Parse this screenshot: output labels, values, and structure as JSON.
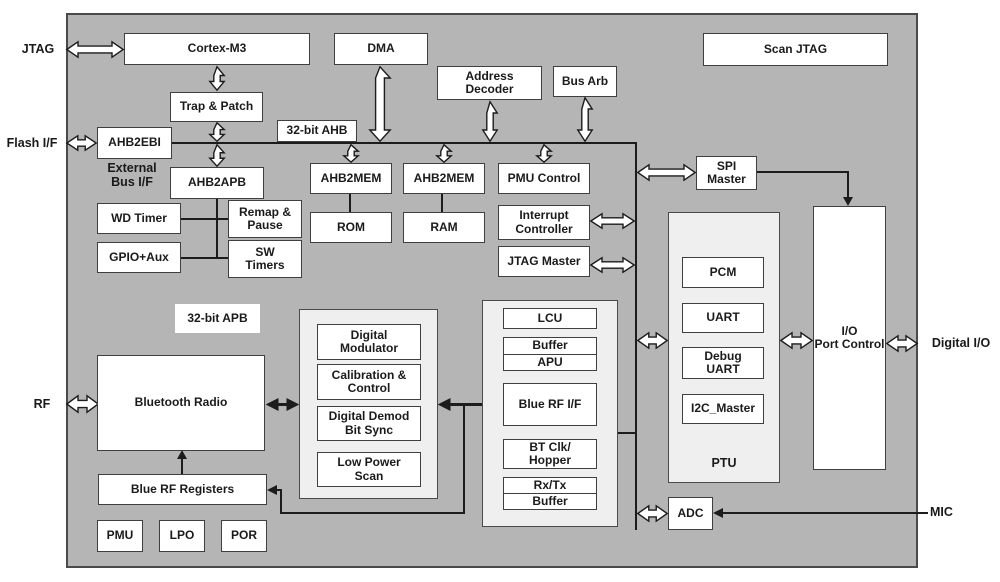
{
  "diagram_type": "soc-block-diagram",
  "external_labels": {
    "jtag": "JTAG",
    "flash_if": "Flash I/F",
    "rf": "RF",
    "digital_io": "Digital I/O",
    "mic": "MIC"
  },
  "bus_labels": {
    "ahb": "32-bit AHB",
    "apb": "32-bit APB"
  },
  "blocks": {
    "cortex_m3": "Cortex-M3",
    "dma": "DMA",
    "scan_jtag": "Scan JTAG",
    "address_decoder": "Address\nDecoder",
    "bus_arb": "Bus Arb",
    "trap_patch": "Trap & Patch",
    "ahb2ebi": "AHB2EBI",
    "external_bus": "External\nBus I/F",
    "ahb2apb": "AHB2APB",
    "ahb2mem_1": "AHB2MEM",
    "ahb2mem_2": "AHB2MEM",
    "pmu_control": "PMU Control",
    "wd_timer": "WD Timer",
    "remap_pause": "Remap &\nPause",
    "rom": "ROM",
    "ram": "RAM",
    "interrupt_controller": "Interrupt\nController",
    "gpio_aux": "GPIO+Aux",
    "sw_timers": "SW\nTimers",
    "jtag_master": "JTAG Master",
    "spi_master": "SPI\nMaster",
    "bluetooth_radio": "Bluetooth Radio",
    "digital_modulator": "Digital\nModulator",
    "calibration_control": "Calibration &\nControl",
    "digital_demod": "Digital Demod\nBit Sync",
    "low_power_scan": "Low Power\nScan",
    "lcu": "LCU",
    "buffer_top": "Buffer",
    "apu": "APU",
    "blue_rf_if": "Blue RF I/F",
    "bt_clk_hopper": "BT Clk/\nHopper",
    "rx_tx": "Rx/Tx",
    "buffer_bottom": "Buffer",
    "blue_rf_registers": "Blue RF Registers",
    "pmu": "PMU",
    "lpo": "LPO",
    "por": "POR",
    "pcm": "PCM",
    "uart": "UART",
    "debug_uart": "Debug\nUART",
    "i2c_master": "I2C_Master",
    "ptu": "PTU",
    "io_port_control": "I/O\nPort Control",
    "adc": "ADC"
  },
  "colors": {
    "background_gray": "#b5b5b5",
    "block_fill": "#ffffff",
    "group_fill": "#efefef",
    "border_dark": "#3f3f3f",
    "line_black": "#1c1c1c",
    "text": "#1a1a1a",
    "page": "#ffffff"
  }
}
